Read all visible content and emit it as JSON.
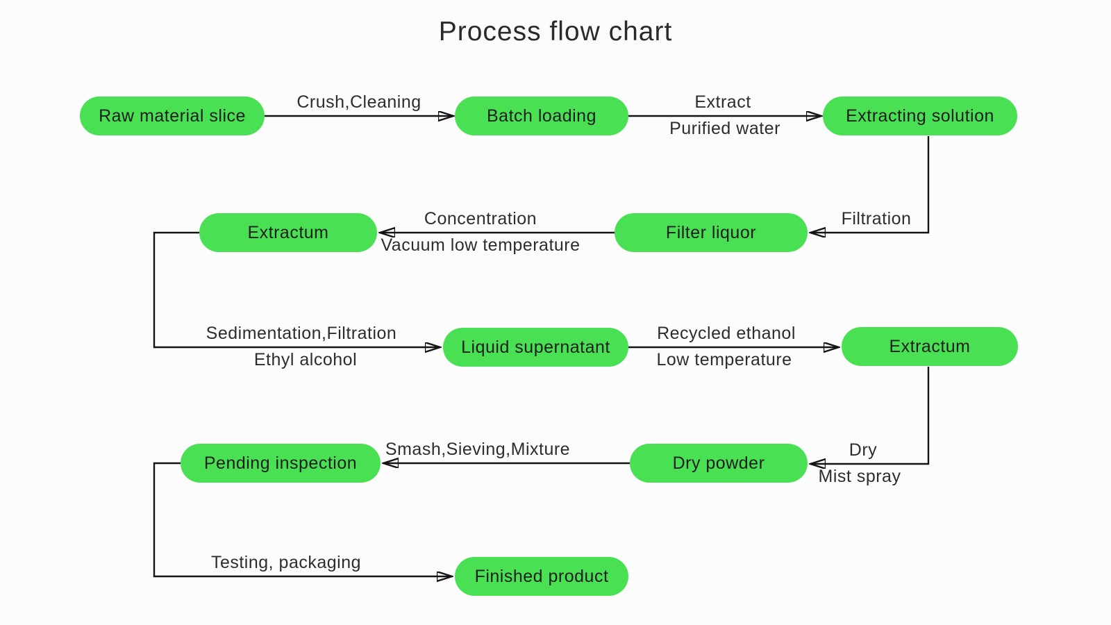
{
  "title": "Process flow chart",
  "colors": {
    "node_fill": "#4ae054",
    "node_text": "#1e1e1e",
    "edge_line": "#141414",
    "label_text": "#2d2d2d",
    "background": "#fcfcfc"
  },
  "nodes": [
    {
      "name": "raw-material-slice",
      "label": "Raw material slice"
    },
    {
      "name": "batch-loading",
      "label": "Batch loading"
    },
    {
      "name": "extracting-solution",
      "label": "Extracting solution"
    },
    {
      "name": "filter-liquor",
      "label": "Filter liquor"
    },
    {
      "name": "extractum-concentrated",
      "label": "Extractum"
    },
    {
      "name": "liquid-supernatant",
      "label": "Liquid supernatant"
    },
    {
      "name": "extractum-refined",
      "label": "Extractum"
    },
    {
      "name": "dry-powder",
      "label": "Dry powder"
    },
    {
      "name": "pending-inspection",
      "label": "Pending inspection"
    },
    {
      "name": "finished-product",
      "label": "Finished product"
    }
  ],
  "edges": [
    {
      "name": "crush-cleaning",
      "from": "Raw material slice",
      "to": "Batch loading",
      "labels": [
        "Crush,Cleaning"
      ]
    },
    {
      "name": "extract-purified-water",
      "from": "Batch loading",
      "to": "Extracting solution",
      "labels": [
        "Extract",
        "Purified water"
      ]
    },
    {
      "name": "filtration",
      "from": "Extracting solution",
      "to": "Filter liquor",
      "labels": [
        "Filtration"
      ]
    },
    {
      "name": "concentration-vacuum",
      "from": "Filter liquor",
      "to": "Extractum",
      "labels": [
        "Concentration",
        "Vacuum low temperature"
      ]
    },
    {
      "name": "sedimentation-filtration",
      "from": "Extractum",
      "to": "Liquid supernatant",
      "labels": [
        "Sedimentation,Filtration",
        "Ethyl alcohol"
      ]
    },
    {
      "name": "recycled-ethanol",
      "from": "Liquid supernatant",
      "to": "Extractum",
      "labels": [
        "Recycled ethanol",
        "Low temperature"
      ]
    },
    {
      "name": "dry-mist-spray",
      "from": "Extractum",
      "to": "Dry powder",
      "labels": [
        "Dry",
        "Mist spray"
      ]
    },
    {
      "name": "smash-sieving-mixture",
      "from": "Dry powder",
      "to": "Pending inspection",
      "labels": [
        "Smash,Sieving,Mixture"
      ]
    },
    {
      "name": "testing-packaging",
      "from": "Pending inspection",
      "to": "Finished product",
      "labels": [
        "Testing, packaging"
      ]
    }
  ]
}
